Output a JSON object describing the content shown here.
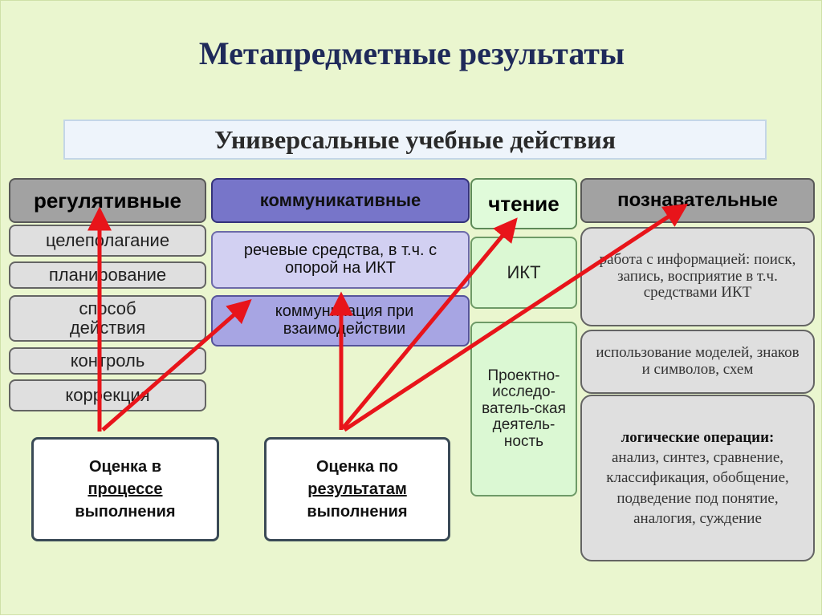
{
  "title": "Метапредметные результаты",
  "subtitle": "Универсальные учебные действия",
  "columns": {
    "regulatory": {
      "header": "регулятивные",
      "items": [
        "целеполагание",
        "планирование",
        "способ действия",
        "контроль",
        "коррекция"
      ]
    },
    "communicative": {
      "header": "коммуникативные",
      "items": [
        "речевые средства, в т.ч. с опорой на ИКТ",
        "коммуникация при взаимодействии"
      ]
    },
    "reading": {
      "header": "чтение",
      "items": [
        "ИКТ",
        "Проектно-исследо-ватель-ская деятель-ность"
      ]
    },
    "cognitive": {
      "header": "познавательные",
      "items": [
        "работа с информацией: поиск, запись, восприятие в т.ч. средствами ИКТ",
        "использование моделей, знаков и символов, схем"
      ],
      "logic_heading": "логические операции:",
      "logic_text": "анализ, синтез, сравнение, классификация, обобщение, подведение под понятие, аналогия, суждение"
    }
  },
  "evaluation": {
    "process": {
      "line1": "Оценка в",
      "line2": "процессе",
      "line3": "выполнения"
    },
    "result": {
      "line1": "Оценка по",
      "line2": "результатам",
      "line3": "выполнения"
    }
  },
  "colors": {
    "background": "#eaf6cf",
    "title": "#1f2a5a",
    "arrow": "#e8141a",
    "regulatory_header": "#a2a2a2",
    "communicative_header": "#7775c9",
    "reading_header": "#e0fbda",
    "cognitive_header": "#a2a2a2"
  }
}
